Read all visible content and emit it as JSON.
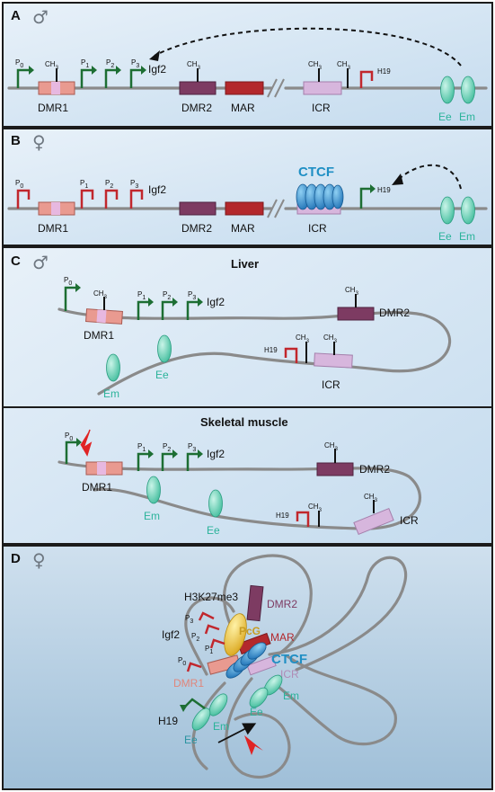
{
  "panels": {
    "A": {
      "letter": "A",
      "sex": "♂"
    },
    "B": {
      "letter": "B",
      "sex": "♀"
    },
    "C": {
      "letter": "C",
      "sex": "♂",
      "liver_title": "Liver",
      "muscle_title": "Skeletal muscle"
    },
    "D": {
      "letter": "D",
      "sex": "♀"
    }
  },
  "labels": {
    "P": "P",
    "p0": "0",
    "p1": "1",
    "p2": "2",
    "p3": "3",
    "ch3_main": "CH",
    "ch3_sub": "3",
    "igf2": "Igf2",
    "h19": "H19",
    "dmr1": "DMR1",
    "dmr2": "DMR2",
    "mar": "MAR",
    "icr": "ICR",
    "ee": "Ee",
    "em": "Em",
    "ctcf": "CTCF",
    "pcg": "PcG",
    "h3k27me3": "H3K27me3"
  },
  "colors": {
    "panel_bg": "#cfe3f2",
    "dna": "#8a8a8a",
    "dmr1": "#e99a90",
    "dmr2": "#7d3b62",
    "mar": "#b3282c",
    "icr": "#d7b6dd",
    "enhancer": "#5fd3b6",
    "ctcf": "#2e88cf",
    "pcg": "#f1c83a",
    "active_promoter": "#1d6e33",
    "silent_promoter": "#c1272d"
  }
}
